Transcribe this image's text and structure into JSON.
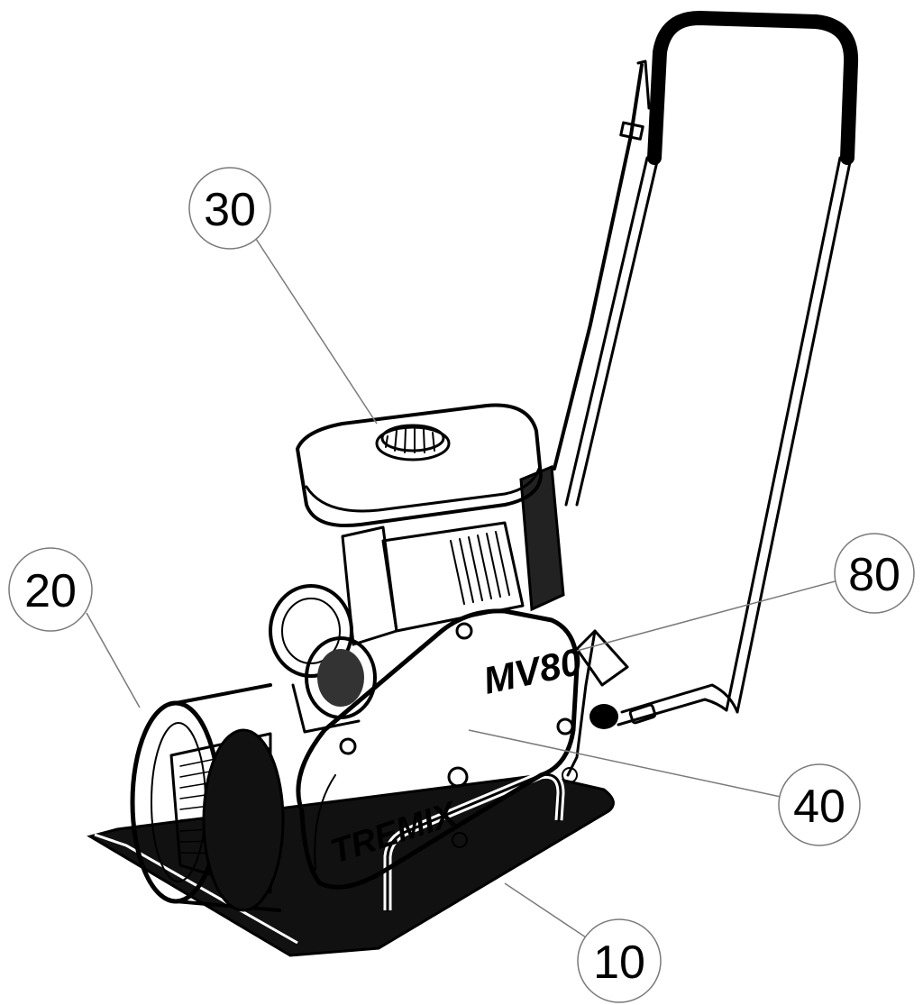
{
  "figure": {
    "brand_label": "TREMIX",
    "model_label": "MV80",
    "callouts": [
      {
        "id": "30",
        "label": "30",
        "part": "fuel-tank"
      },
      {
        "id": "20",
        "label": "20",
        "part": "exciter-drum"
      },
      {
        "id": "80",
        "label": "80",
        "part": "handle-mount"
      },
      {
        "id": "40",
        "label": "40",
        "part": "belt-guard"
      },
      {
        "id": "10",
        "label": "10",
        "part": "base-plate"
      }
    ]
  },
  "colors": {
    "ink": "#000000",
    "callout_fill": "#ffffff",
    "leader_line": "#7a7a7a",
    "background": "#ffffff"
  }
}
